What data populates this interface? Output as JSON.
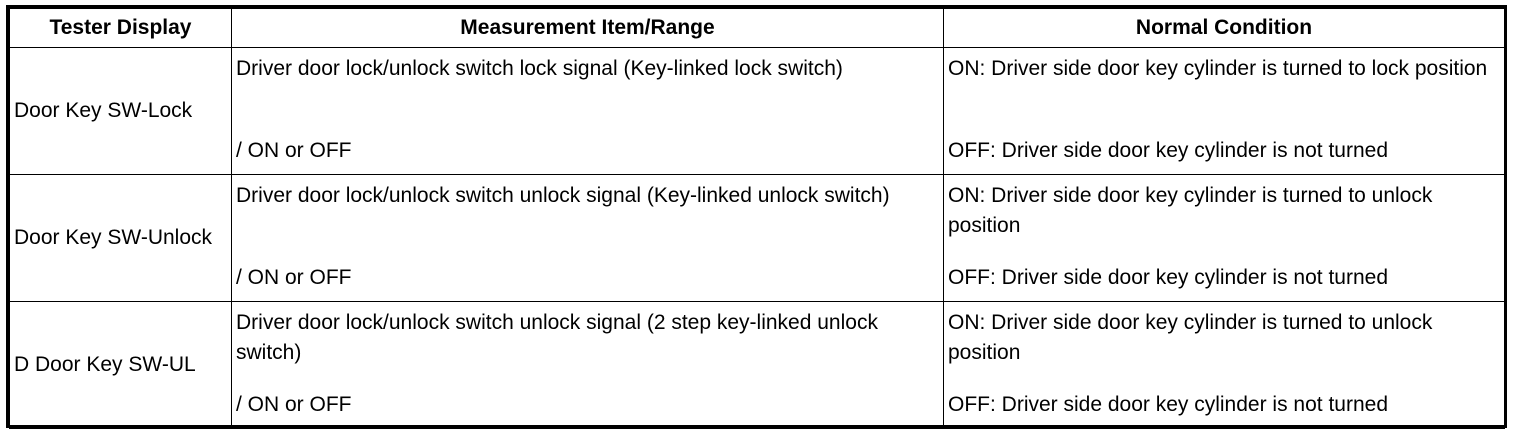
{
  "table": {
    "headers": [
      "Tester Display",
      "Measurement Item/Range",
      "Normal Condition"
    ],
    "rows": [
      {
        "display": "Door Key SW-Lock",
        "item": "Driver door lock/unlock switch lock signal (Key-linked lock switch)",
        "range": "/ ON or OFF",
        "cond_on": "ON: Driver side door key cylinder is turned to lock position",
        "cond_off": "OFF: Driver side door key cylinder is not turned"
      },
      {
        "display": "Door Key SW-Unlock",
        "item": "Driver door lock/unlock switch unlock signal (Key-linked unlock switch)",
        "range": "/ ON or OFF",
        "cond_on": "ON: Driver side door key cylinder is turned to unlock position",
        "cond_off": "OFF: Driver side door key cylinder is not turned"
      },
      {
        "display": "D Door Key SW-UL",
        "item": "Driver door lock/unlock switch unlock signal (2 step key-linked unlock switch)",
        "range": "/ ON or OFF",
        "cond_on": "ON: Driver side door key cylinder is turned to unlock position",
        "cond_off": "OFF: Driver side door key cylinder is not turned"
      }
    ]
  }
}
